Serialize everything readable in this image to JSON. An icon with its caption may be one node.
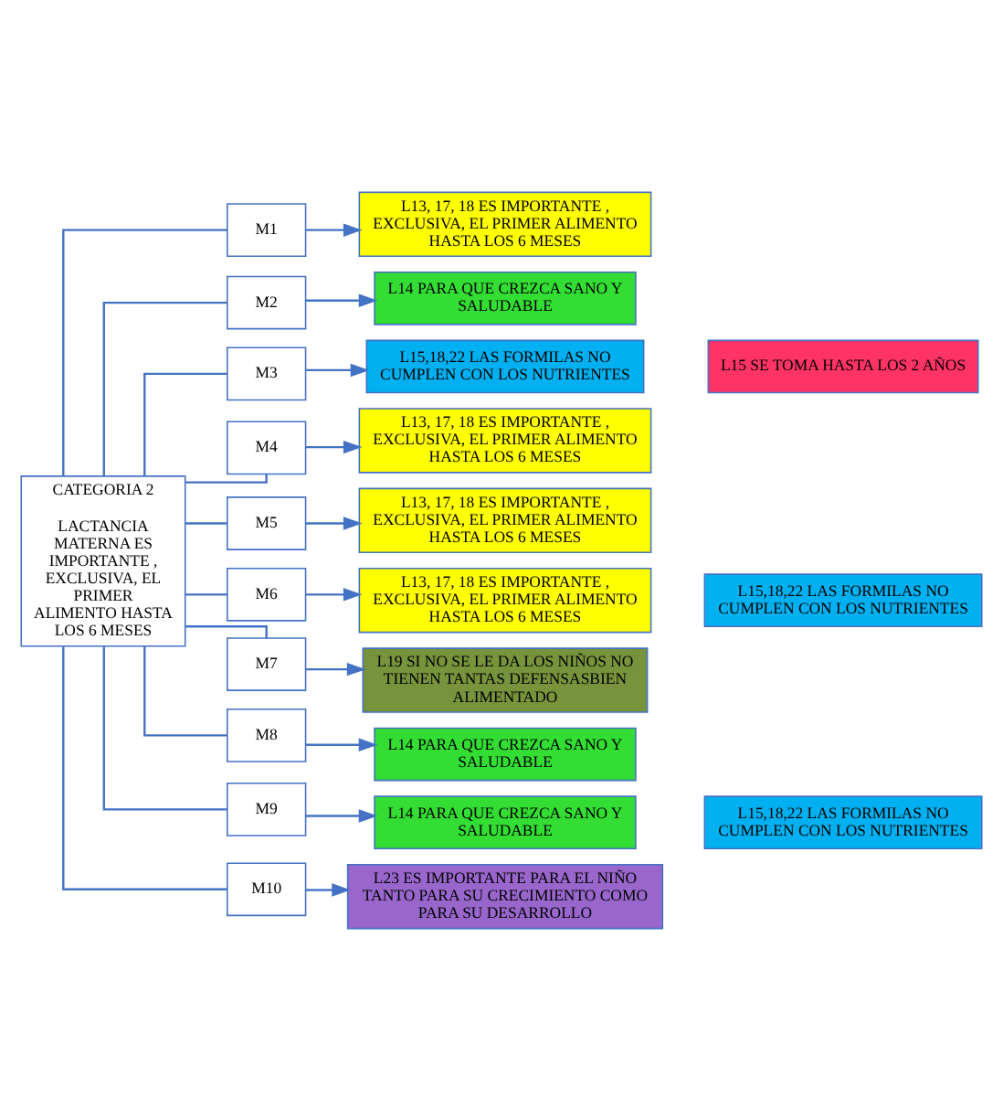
{
  "diagram": {
    "nodes": [
      {
        "text": [
          "CATEGORIA 2",
          "LACTANCIA MATERNA ES IMPORTANTE , EXCLUSIVA, EL PRIMER ALIMENTO HASTA LOS 6 MESES"
        ]
      },
      {
        "text": [
          "M1"
        ]
      },
      {
        "text": [
          "L13, 17, 18 ES IMPORTANTE , EXCLUSIVA, EL PRIMER ALIMENTO HASTA LOS 6 MESES"
        ]
      },
      {
        "text": [
          "M2"
        ]
      },
      {
        "text": [
          "L14 PARA QUE CREZCA SANO Y SALUDABLE"
        ]
      },
      {
        "text": [
          "M3"
        ]
      },
      {
        "text": [
          "L15,18,22 LAS FORMILAS NO CUMPLEN CON LOS NUTRIENTES"
        ]
      },
      {
        "text": [
          "L15 SE TOMA HASTA LOS 2 AÑOS"
        ]
      },
      {
        "text": [
          "M4"
        ]
      },
      {
        "text": [
          "L13, 17, 18 ES IMPORTANTE , EXCLUSIVA, EL PRIMER ALIMENTO HASTA LOS 6 MESES"
        ]
      },
      {
        "text": [
          "M5"
        ]
      },
      {
        "text": [
          "L13, 17, 18 ES IMPORTANTE , EXCLUSIVA, EL PRIMER ALIMENTO HASTA LOS 6 MESES"
        ]
      },
      {
        "text": [
          "M6"
        ]
      },
      {
        "text": [
          "L13, 17, 18 ES IMPORTANTE , EXCLUSIVA, EL PRIMER ALIMENTO HASTA LOS 6 MESES"
        ]
      },
      {
        "text": [
          "L15,18,22 LAS FORMILAS NO CUMPLEN CON LOS NUTRIENTES"
        ]
      },
      {
        "text": [
          "M7"
        ]
      },
      {
        "text": [
          "L19 SI NO SE LE DA LOS NIÑOS NO TIENEN TANTAS DEFENSASBIEN ALIMENTADO"
        ]
      },
      {
        "text": [
          "M8"
        ]
      },
      {
        "text": [
          "L14 PARA QUE CREZCA SANO Y SALUDABLE"
        ]
      },
      {
        "text": [
          "M9"
        ]
      },
      {
        "text": [
          "L14 PARA QUE CREZCA SANO Y SALUDABLE"
        ]
      },
      {
        "text": [
          "L15,18,22 LAS FORMILAS NO CUMPLEN CON LOS NUTRIENTES"
        ]
      },
      {
        "text": [
          "M10"
        ]
      },
      {
        "text": [
          "L23 ES IMPORTANTE PARA EL NIÑO TANTO PARA SU CRECIMIENTO COMO PARA SU DESARROLLO"
        ]
      }
    ],
    "edges": [
      {
        "from": 0,
        "to": 1,
        "arrow": "none"
      },
      {
        "from": 0,
        "to": 3,
        "arrow": "none"
      },
      {
        "from": 0,
        "to": 5,
        "arrow": "none"
      },
      {
        "from": 0,
        "to": 8,
        "arrow": "none"
      },
      {
        "from": 0,
        "to": 10,
        "arrow": "none"
      },
      {
        "from": 0,
        "to": 12,
        "arrow": "none"
      },
      {
        "from": 0,
        "to": 15,
        "arrow": "none"
      },
      {
        "from": 0,
        "to": 17,
        "arrow": "none"
      },
      {
        "from": 0,
        "to": 19,
        "arrow": "none"
      },
      {
        "from": 0,
        "to": 22,
        "arrow": "none"
      },
      {
        "from": 1,
        "to": 2,
        "arrow": "to"
      },
      {
        "from": 3,
        "to": 4,
        "arrow": "to"
      },
      {
        "from": 5,
        "to": 6,
        "arrow": "to"
      },
      {
        "from": 8,
        "to": 9,
        "arrow": "to"
      },
      {
        "from": 10,
        "to": 11,
        "arrow": "to"
      },
      {
        "from": 12,
        "to": 13,
        "arrow": "to"
      },
      {
        "from": 15,
        "to": 16,
        "arrow": "to"
      },
      {
        "from": 17,
        "to": 18,
        "arrow": "to"
      },
      {
        "from": 19,
        "to": 20,
        "arrow": "to"
      },
      {
        "from": 22,
        "to": 23,
        "arrow": "to"
      }
    ]
  }
}
